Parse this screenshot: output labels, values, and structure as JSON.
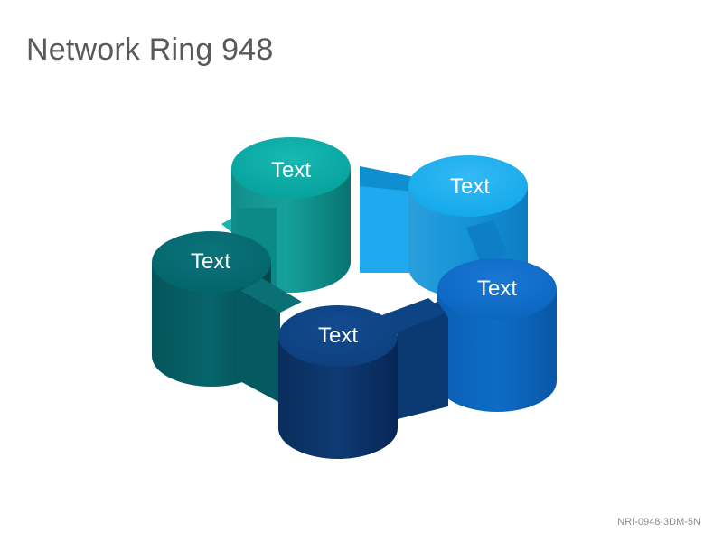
{
  "slide": {
    "title": "Network Ring 948",
    "code": "NRI-0948-3DM-5N"
  },
  "nodes": [
    {
      "label": "Text",
      "color": "#00A3A3",
      "dark": "#006b6b",
      "light": "#2ec1bd"
    },
    {
      "label": "Text",
      "color": "#1AA3E8",
      "dark": "#0d6fb0",
      "light": "#4fc3f7"
    },
    {
      "label": "Text",
      "color": "#0A66C2",
      "dark": "#083f7e",
      "light": "#2b86d6"
    },
    {
      "label": "Text",
      "color": "#0B3D7A",
      "dark": "#061f44",
      "light": "#1a5296"
    },
    {
      "label": "Text",
      "color": "#00676E",
      "dark": "#00393d",
      "light": "#0a8088"
    }
  ]
}
